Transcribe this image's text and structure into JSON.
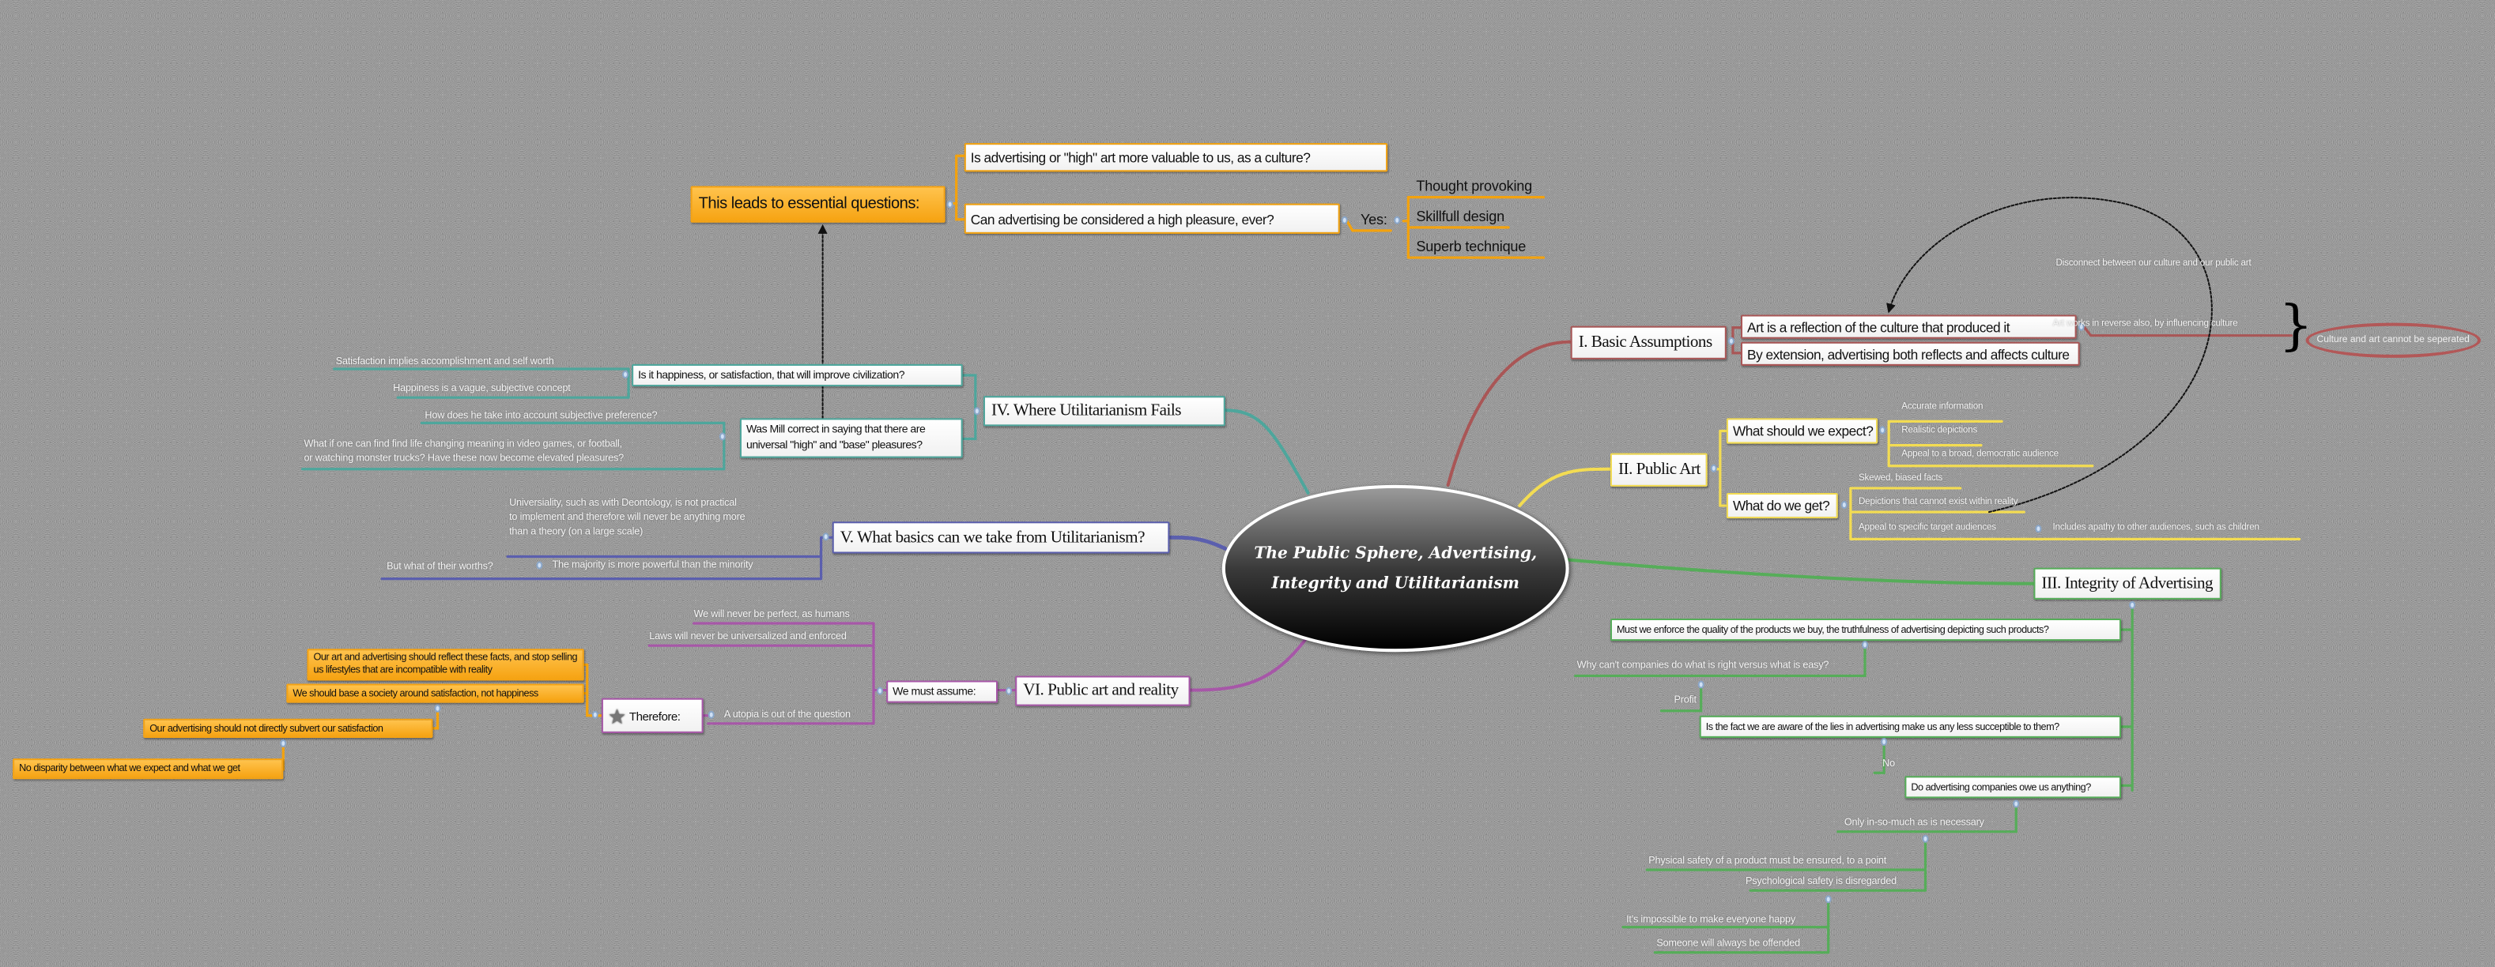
{
  "central_topic": {
    "line1": "The Public Sphere, Advertising,",
    "line2": "Integrity and Utilitarianism"
  },
  "colors": {
    "essential": "#f3a20e",
    "branch_1": "#a95656",
    "branch_2": "#f3dc52",
    "branch_3": "#56ad59",
    "branch_4": "#4ea69c",
    "branch_5": "#5b5fae",
    "branch_6": "#a757a8"
  },
  "essential_questions": {
    "label": "This leads to essential questions:",
    "questions": [
      "Is advertising or \"high\" art more valuable to us, as a culture?",
      "Can advertising be considered a high pleasure, ever?"
    ],
    "yes_label": "Yes:",
    "yes_items": [
      "Thought provoking",
      "Skillfull design",
      "Superb technique"
    ]
  },
  "branch_1": {
    "title": "I. Basic Assumptions",
    "children": [
      "Art is a reflection of the culture that produced it",
      "By extension, advertising both reflects and affects culture"
    ],
    "reverse_note": "Art works in reverse also, by influencing culture",
    "summary": "Culture and art cannot be seperated",
    "relationship_label": "Disconnect between our culture and our public art"
  },
  "branch_2": {
    "title": "II. Public Art",
    "expect": {
      "label": "What should we expect?",
      "items": [
        "Accurate information",
        "Realistic depictions",
        "Appeal to a broad, democratic audience"
      ]
    },
    "get": {
      "label": "What do we get?",
      "items": [
        "Skewed, biased facts",
        "Depictions that cannot exist within reality",
        "Appeal to specific target audiences"
      ],
      "sub_note": "Includes apathy to other audiences, such as children"
    }
  },
  "branch_3": {
    "title": "III. Integrity of Advertising",
    "q1": "Must we enforce the quality of the products we buy, the truthfulness of advertising depicting such products?",
    "why": "Why can't companies do what is right versus what is easy?",
    "profit": "Profit",
    "q2": "Is the fact we are aware of the lies in advertising make us any less succeptible to them?",
    "no": "No",
    "q3": "Do advertising companies owe us anything?",
    "only": "Only in-so-much as is necessary",
    "physical": "Physical safety of a product must be ensured, to a point",
    "psych": "Psychological safety is disregarded",
    "impossible": "It's impossible to make everyone happy",
    "offended": "Someone will always be offended"
  },
  "branch_4": {
    "title": "IV. Where Utilitarianism Fails",
    "q1": {
      "label": "Is it happiness, or satisfaction, that will improve civilization?",
      "items": [
        "Satisfaction implies accomplishment and self worth",
        "Happiness is a vague, subjective concept"
      ]
    },
    "q2": {
      "label": "Was Mill correct in saying that there are universal \"high\" and \"base\" pleasures?",
      "items": [
        "How does he take into account subjective preference?",
        "What if one can find find  life changing meaning in video games, or football,\nor watching monster trucks? Have these now become elevated pleasures?"
      ]
    }
  },
  "branch_5": {
    "title": "V. What basics can we take from Utilitarianism?",
    "items": [
      "Universiality, such as with Deontology, is not practical\nto implement and therefore will never be anything more\nthan a theory (on a large scale)",
      "The majority is more powerful than the minority"
    ],
    "sub_note": "But what of their worths?"
  },
  "branch_6": {
    "title": "VI. Public art and reality",
    "assume": {
      "label": "We must assume:",
      "items": [
        "We will never be perfect, as humans",
        "Laws will never be universalized and enforced",
        "A utopia is out of the question"
      ]
    },
    "therefore": {
      "label": "Therefore:",
      "icon": "star-icon",
      "items": [
        "Our art and advertising should reflect these facts, and stop selling us lifestyles that are incompatible with reality",
        "We should base a society around satisfaction, not happiness",
        "Our advertising should not directly subvert our satisfaction",
        "No disparity between what we expect and what we get"
      ]
    }
  }
}
